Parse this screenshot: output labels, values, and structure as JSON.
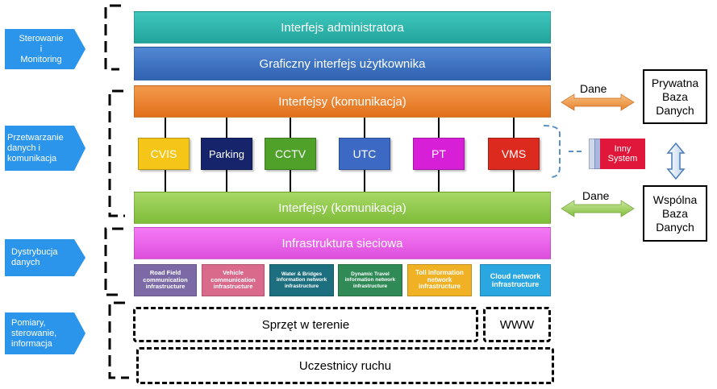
{
  "left_labels": [
    "Sterowanie\ni\nMonitoring",
    "Przetwarzanie\ndanych i\nkomunikacja",
    "Dystrybucja\ndanych",
    "Pomiary,\nsterowanie,\ninformacja"
  ],
  "layers": {
    "admin": "Interfejs administratora",
    "gui": "Graficzny interfejs użytkownika",
    "interfaces_top": "Interfejsy (komunikacja)",
    "interfaces_bottom": "Interfejsy (komunikacja)",
    "network": "Infrastruktura sieciowa"
  },
  "modules": [
    "CVIS",
    "Parking",
    "CCTV",
    "UTC",
    "PT",
    "VMS"
  ],
  "other_system": "Inny\nSystem",
  "infrastructure": [
    "Road Field communication infrastructure",
    "Vehicle communication infrastructure",
    "Water & Bridges information network infrastructure",
    "Dynamic Travel information network infrastructure",
    "Toll information network infrastructure",
    "Cloud network infrastructure"
  ],
  "field": {
    "equipment": "Sprzęt w terenie",
    "www": "WWW",
    "participants": "Uczestnicy ruchu"
  },
  "databases": {
    "private": "Prywatna\nBaza\nDanych",
    "shared": "Wspólna\nBaza\nDanych"
  },
  "data_labels": [
    "Dane",
    "Dane"
  ],
  "colors": {
    "label_arrow": "#2a95ea",
    "admin": "#2ab6ad",
    "gui": "#3c72c2",
    "interfaces_top": "#ea7a22",
    "interfaces_bottom": "#8fcc4a",
    "network": "#e85ce8"
  }
}
